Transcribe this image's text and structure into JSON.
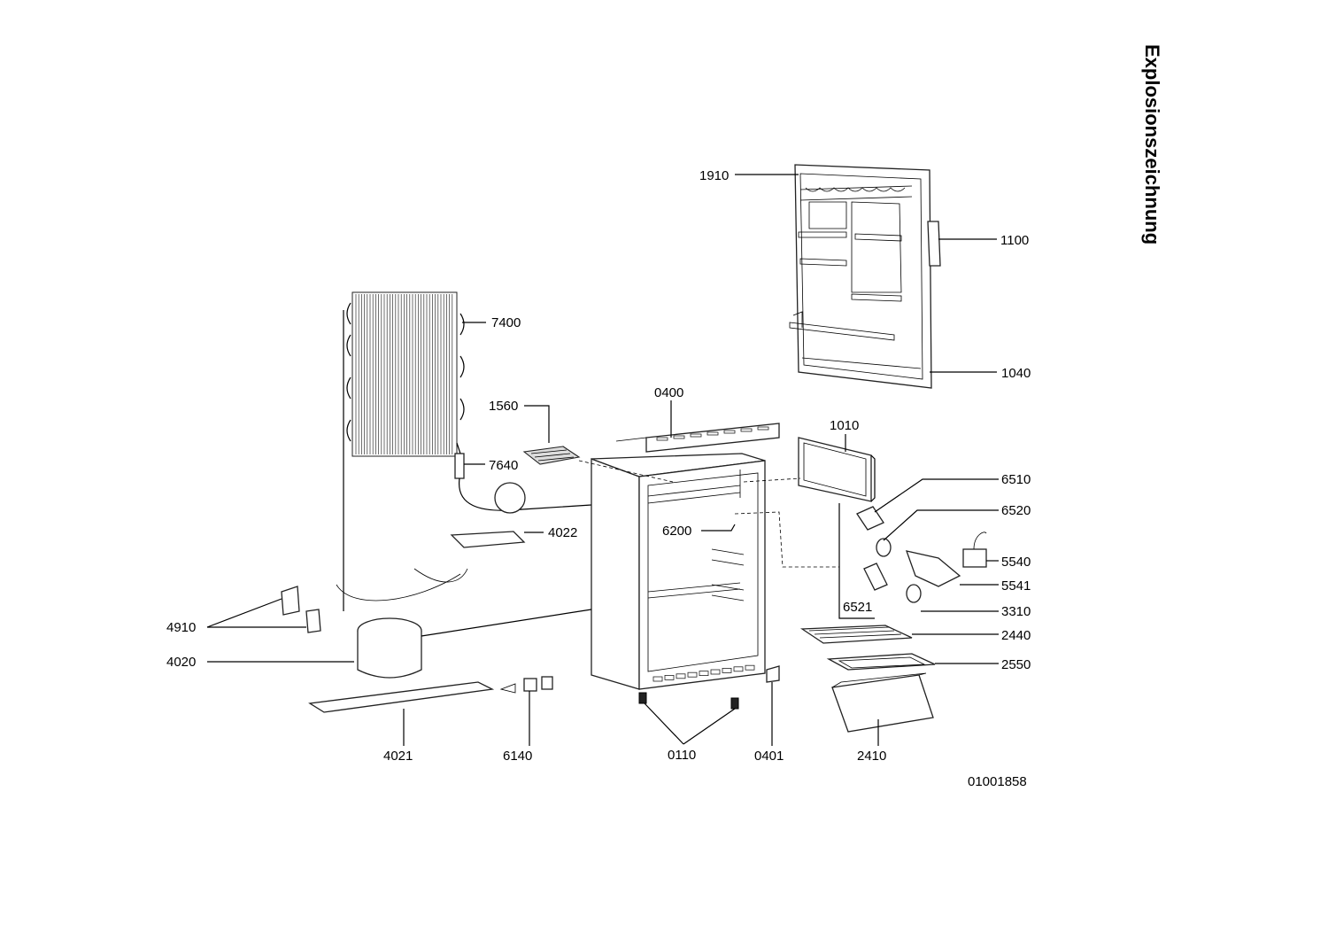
{
  "title": "Explosionszeichnung",
  "drawing_number": "01001858",
  "parts": {
    "p1910": "1910",
    "p1100": "1100",
    "p1040": "1040",
    "p7400": "7400",
    "p1560": "1560",
    "p0400": "0400",
    "p1010": "1010",
    "p7640": "7640",
    "p6510": "6510",
    "p6520": "6520",
    "p4022": "4022",
    "p6200": "6200",
    "p5540": "5540",
    "p5541": "5541",
    "p6521": "6521",
    "p3310": "3310",
    "p4910": "4910",
    "p2440": "2440",
    "p4020": "4020",
    "p2550": "2550",
    "p4021": "4021",
    "p6140": "6140",
    "p0110": "0110",
    "p0401": "0401",
    "p2410": "2410"
  }
}
